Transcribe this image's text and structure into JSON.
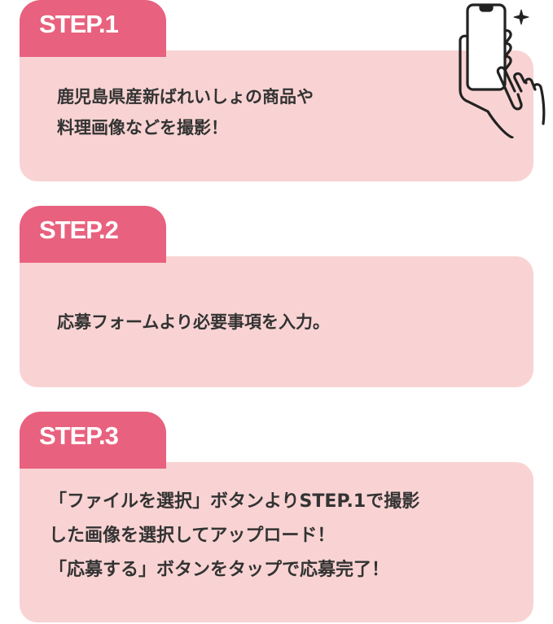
{
  "steps": [
    {
      "label": "STEP.1",
      "lines": [
        "鹿児島県産新ばれいしょの商品や",
        "料理画像などを撮影！"
      ]
    },
    {
      "label": "STEP.2",
      "lines": [
        "応募フォームより必要事項を入力。"
      ]
    },
    {
      "label": "STEP.3",
      "lines": [
        "「ファイルを選択」ボタンよりSTEP.1で撮影",
        "した画像を選択してアップロード！",
        "「応募する」ボタンをタップで応募完了！"
      ]
    }
  ],
  "colors": {
    "tab": "#e8617e",
    "card": "#f9d3d3",
    "text": "#333333"
  }
}
